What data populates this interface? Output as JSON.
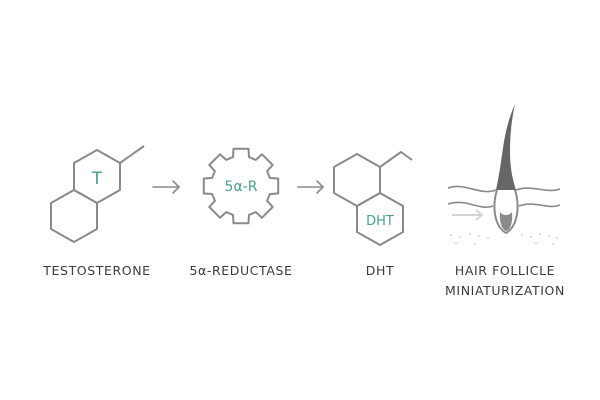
{
  "steps": [
    {
      "label": "TESTOSTERONE",
      "badge": "T"
    },
    {
      "label": "5α-REDUCTASE",
      "badge": "5α-R"
    },
    {
      "label": "DHT",
      "badge": "DHT"
    },
    {
      "label_line1": "HAIR FOLLICLE",
      "label_line2": "MINIATURIZATION"
    }
  ],
  "colors": {
    "line": "#8a8a8a",
    "accent": "#4a9d96",
    "label": "#3b3b3b",
    "hair": "#666666",
    "faint": "#d4d4d4"
  }
}
